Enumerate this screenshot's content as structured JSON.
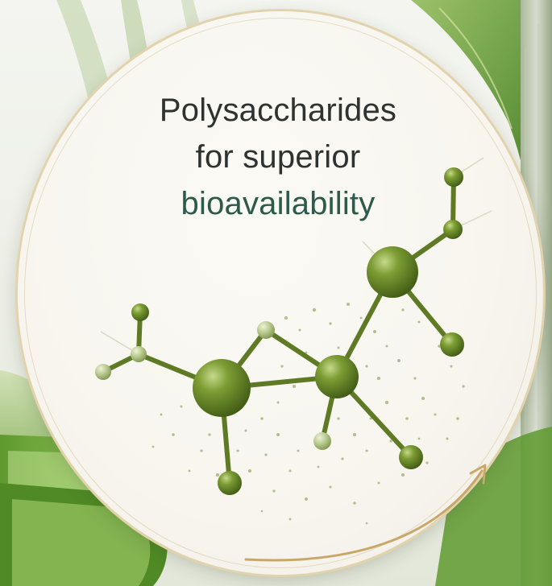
{
  "headline": {
    "line1": "Polysaccharides",
    "line2": "for superior",
    "line3": "bioavailability"
  },
  "colors": {
    "text_dark": "#2e3230",
    "text_accent": "#2d5a4b",
    "molecule_green": "#6f8f2b",
    "bond_green": "#5e7a25",
    "ring_gold": "#c9a76a",
    "disc_cream": "#f7f5ee"
  },
  "icons": {
    "molecule": "molecule-illustration",
    "arrow": "curved-arrow-icon"
  }
}
